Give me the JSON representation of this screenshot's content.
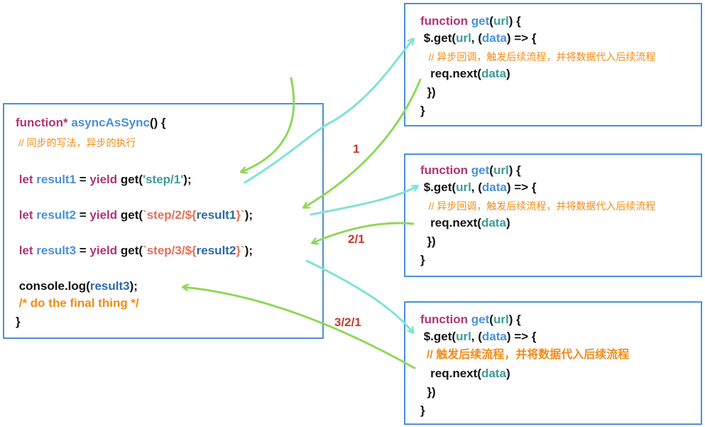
{
  "main_box": {
    "lines": [
      [
        {
          "t": "function*",
          "c": "kw"
        },
        {
          "t": " ",
          "c": "tx"
        },
        {
          "t": "asyncAsSync",
          "c": "fn"
        },
        {
          "t": "() {",
          "c": "tx"
        }
      ],
      [
        {
          "t": " // 同步的写法，异步的执行",
          "c": "cm"
        }
      ],
      [
        {
          "t": " let ",
          "c": "kw"
        },
        {
          "t": "result1",
          "c": "fn"
        },
        {
          "t": " = ",
          "c": "tx"
        },
        {
          "t": "yield",
          "c": "kw"
        },
        {
          "t": " get(",
          "c": "tx"
        },
        {
          "t": "'step/1'",
          "c": "pm"
        },
        {
          "t": ");",
          "c": "tx"
        }
      ],
      [
        {
          "t": " let ",
          "c": "kw"
        },
        {
          "t": "result2",
          "c": "fn"
        },
        {
          "t": " = ",
          "c": "tx"
        },
        {
          "t": "yield",
          "c": "kw"
        },
        {
          "t": " get(",
          "c": "tx"
        },
        {
          "t": "`step/2/${",
          "c": "st"
        },
        {
          "t": "result1",
          "c": "nm"
        },
        {
          "t": "}`",
          "c": "st"
        },
        {
          "t": ");",
          "c": "tx"
        }
      ],
      [
        {
          "t": " let ",
          "c": "kw"
        },
        {
          "t": "result3",
          "c": "fn"
        },
        {
          "t": " = ",
          "c": "tx"
        },
        {
          "t": "yield",
          "c": "kw"
        },
        {
          "t": " get(",
          "c": "tx"
        },
        {
          "t": "`step/3/${",
          "c": "st"
        },
        {
          "t": "result2",
          "c": "nm"
        },
        {
          "t": "}`",
          "c": "st"
        },
        {
          "t": ");",
          "c": "tx"
        }
      ],
      [
        {
          "t": " console.log(",
          "c": "tx"
        },
        {
          "t": "result3",
          "c": "nm"
        },
        {
          "t": ");",
          "c": "tx"
        }
      ],
      [
        {
          "t": " /* do the final thing */",
          "c": "cm"
        }
      ],
      [
        {
          "t": "}",
          "c": "tx"
        }
      ]
    ]
  },
  "get_boxes": [
    {
      "lines": [
        [
          {
            "t": "function",
            "c": "kw"
          },
          {
            "t": " ",
            "c": "tx"
          },
          {
            "t": "get",
            "c": "fn"
          },
          {
            "t": "(",
            "c": "tx"
          },
          {
            "t": "url",
            "c": "pm"
          },
          {
            "t": ") {",
            "c": "tx"
          }
        ],
        [
          {
            "t": " $.get(",
            "c": "tx"
          },
          {
            "t": "url",
            "c": "pm"
          },
          {
            "t": ", (",
            "c": "tx"
          },
          {
            "t": "data",
            "c": "fn"
          },
          {
            "t": ") => {",
            "c": "tx"
          }
        ],
        [
          {
            "t": "   // 异步回调，触发后续流程，并将数据代入后续流程",
            "c": "cm"
          }
        ],
        [
          {
            "t": "   req.next(",
            "c": "tx"
          },
          {
            "t": "data",
            "c": "pm"
          },
          {
            "t": ")",
            "c": "tx"
          }
        ],
        [
          {
            "t": "  })",
            "c": "tx"
          }
        ],
        [
          {
            "t": "}",
            "c": "tx"
          }
        ]
      ]
    },
    {
      "lines": [
        [
          {
            "t": "function",
            "c": "kw"
          },
          {
            "t": " ",
            "c": "tx"
          },
          {
            "t": "get",
            "c": "fn"
          },
          {
            "t": "(",
            "c": "tx"
          },
          {
            "t": "url",
            "c": "pm"
          },
          {
            "t": ") {",
            "c": "tx"
          }
        ],
        [
          {
            "t": " $.get(",
            "c": "tx"
          },
          {
            "t": "url",
            "c": "pm"
          },
          {
            "t": ", (",
            "c": "tx"
          },
          {
            "t": "data",
            "c": "fn"
          },
          {
            "t": ") => {",
            "c": "tx"
          }
        ],
        [
          {
            "t": "   // 异步回调，触发后续流程，并将数据代入后续流程",
            "c": "cm"
          }
        ],
        [
          {
            "t": "   req.next(",
            "c": "tx"
          },
          {
            "t": "data",
            "c": "pm"
          },
          {
            "t": ")",
            "c": "tx"
          }
        ],
        [
          {
            "t": "  })",
            "c": "tx"
          }
        ],
        [
          {
            "t": "}",
            "c": "tx"
          }
        ]
      ]
    },
    {
      "lines": [
        [
          {
            "t": "function",
            "c": "kw"
          },
          {
            "t": " ",
            "c": "tx"
          },
          {
            "t": "get",
            "c": "fn"
          },
          {
            "t": "(",
            "c": "tx"
          },
          {
            "t": "url",
            "c": "pm"
          },
          {
            "t": ") {",
            "c": "tx"
          }
        ],
        [
          {
            "t": " $.get(",
            "c": "tx"
          },
          {
            "t": "url",
            "c": "pm"
          },
          {
            "t": ", (",
            "c": "tx"
          },
          {
            "t": "data",
            "c": "fn"
          },
          {
            "t": ") => {",
            "c": "tx"
          }
        ],
        [
          {
            "t": "  // 触发后续流程，并将数据代入后续流程",
            "c": "cm"
          }
        ],
        [
          {
            "t": "   req.next(",
            "c": "tx"
          },
          {
            "t": "data",
            "c": "pm"
          },
          {
            "t": ")",
            "c": "tx"
          }
        ],
        [
          {
            "t": "  })",
            "c": "tx"
          }
        ],
        [
          {
            "t": "}",
            "c": "tx"
          }
        ]
      ]
    }
  ],
  "labels": {
    "step1": "1",
    "step2": "2/1",
    "step3": "3/2/1"
  },
  "colors": {
    "box_border": "#4a90d9",
    "keyword": "#b03575",
    "function_name": "#4a90d9",
    "param": "#3a9d96",
    "comment": "#f08c1a",
    "template_string": "#e2715a",
    "template_var": "#2a6aa8",
    "call_arrow": "#7fe3d4",
    "return_arrow": "#8fd858",
    "step_label": "#c8392b"
  },
  "icons": {
    "call_arrows": "cyan-arrow-icon",
    "return_arrows": "green-arrow-icon"
  }
}
